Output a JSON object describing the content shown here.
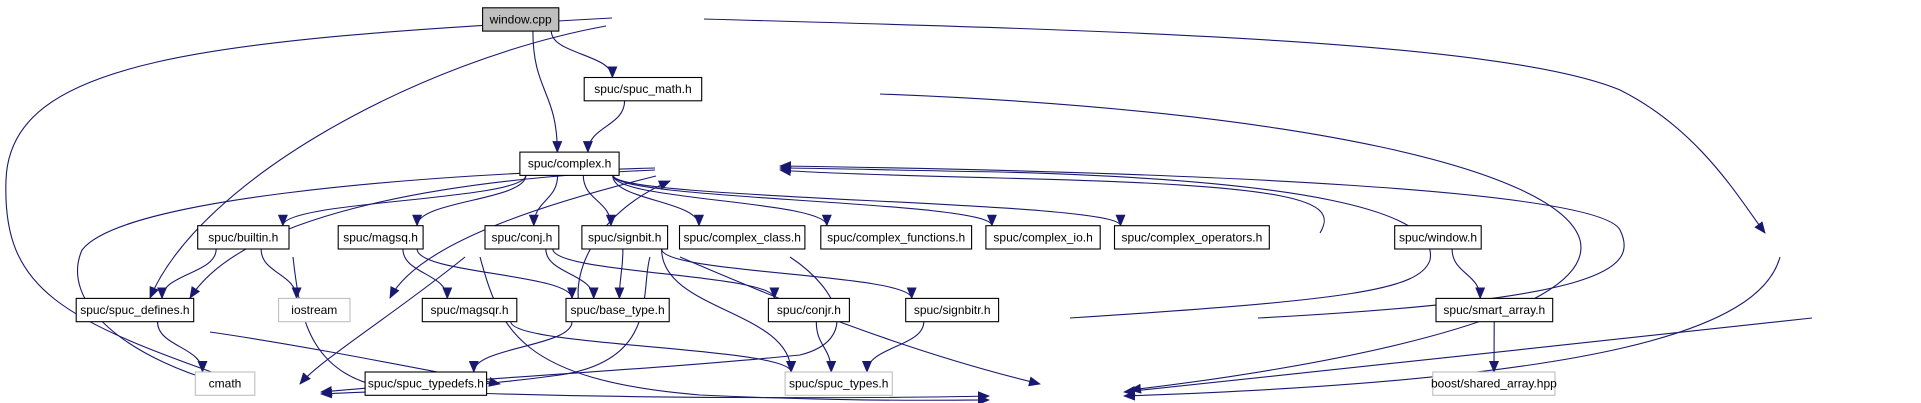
{
  "graph": {
    "title": "",
    "nodes": {
      "window_cpp": {
        "label": "window.cpp",
        "kind": "root"
      },
      "spuc_math": {
        "label": "spuc/spuc_math.h",
        "kind": "proj"
      },
      "complex": {
        "label": "spuc/complex.h",
        "kind": "proj"
      },
      "window_h": {
        "label": "spuc/window.h",
        "kind": "proj"
      },
      "builtin": {
        "label": "spuc/builtin.h",
        "kind": "proj"
      },
      "magsq": {
        "label": "spuc/magsq.h",
        "kind": "proj"
      },
      "conj": {
        "label": "spuc/conj.h",
        "kind": "proj"
      },
      "signbit": {
        "label": "spuc/signbit.h",
        "kind": "proj"
      },
      "complex_class": {
        "label": "spuc/complex_class.h",
        "kind": "proj"
      },
      "complex_functions": {
        "label": "spuc/complex_functions.h",
        "kind": "proj"
      },
      "complex_io": {
        "label": "spuc/complex_io.h",
        "kind": "proj"
      },
      "complex_operators": {
        "label": "spuc/complex_operators.h",
        "kind": "proj"
      },
      "spuc_defines": {
        "label": "spuc/spuc_defines.h",
        "kind": "proj"
      },
      "iostream": {
        "label": "iostream",
        "kind": "ext"
      },
      "magsqr": {
        "label": "spuc/magsqr.h",
        "kind": "proj"
      },
      "base_type": {
        "label": "spuc/base_type.h",
        "kind": "proj"
      },
      "conjr": {
        "label": "spuc/conjr.h",
        "kind": "proj"
      },
      "signbitr": {
        "label": "spuc/signbitr.h",
        "kind": "proj"
      },
      "smart_array": {
        "label": "spuc/smart_array.h",
        "kind": "proj"
      },
      "cmath": {
        "label": "cmath",
        "kind": "ext"
      },
      "spuc_typedefs": {
        "label": "spuc/spuc_typedefs.h",
        "kind": "proj"
      },
      "spuc_types": {
        "label": "spuc/spuc_types.h",
        "kind": "ext"
      },
      "shared_array": {
        "label": "boost/shared_array.hpp",
        "kind": "ext"
      }
    },
    "edges": [
      {
        "from": "window_cpp",
        "to": "spuc_math"
      },
      {
        "from": "window_cpp",
        "to": "complex"
      },
      {
        "from": "window_cpp",
        "to": "window_h"
      },
      {
        "from": "window_cpp",
        "to": "spuc_defines"
      },
      {
        "from": "window_cpp",
        "to": "cmath"
      },
      {
        "from": "spuc_math",
        "to": "complex"
      },
      {
        "from": "spuc_math",
        "to": "spuc_types"
      },
      {
        "from": "complex",
        "to": "builtin"
      },
      {
        "from": "complex",
        "to": "magsq"
      },
      {
        "from": "complex",
        "to": "conj"
      },
      {
        "from": "complex",
        "to": "signbit"
      },
      {
        "from": "complex",
        "to": "complex_class"
      },
      {
        "from": "complex",
        "to": "complex_functions"
      },
      {
        "from": "complex",
        "to": "complex_io"
      },
      {
        "from": "complex",
        "to": "complex_operators"
      },
      {
        "from": "complex",
        "to": "spuc_defines"
      },
      {
        "from": "complex",
        "to": "iostream"
      },
      {
        "from": "complex",
        "to": "cmath"
      },
      {
        "from": "builtin",
        "to": "spuc_defines"
      },
      {
        "from": "builtin",
        "to": "iostream"
      },
      {
        "from": "builtin",
        "to": "spuc_types"
      },
      {
        "from": "magsq",
        "to": "magsqr"
      },
      {
        "from": "magsq",
        "to": "base_type"
      },
      {
        "from": "magsq",
        "to": "cmath"
      },
      {
        "from": "magsq",
        "to": "spuc_types"
      },
      {
        "from": "magsqr",
        "to": "complex"
      },
      {
        "from": "magsqr",
        "to": "spuc_types"
      },
      {
        "from": "conj",
        "to": "base_type"
      },
      {
        "from": "conj",
        "to": "conjr"
      },
      {
        "from": "conj",
        "to": "spuc_types"
      },
      {
        "from": "conj",
        "to": "cmath"
      },
      {
        "from": "signbit",
        "to": "base_type"
      },
      {
        "from": "signbit",
        "to": "signbitr"
      },
      {
        "from": "signbit",
        "to": "spuc_types"
      },
      {
        "from": "signbit",
        "to": "cmath"
      },
      {
        "from": "complex_io",
        "to": "complex"
      },
      {
        "from": "conjr",
        "to": "complex"
      },
      {
        "from": "conjr",
        "to": "spuc_types"
      },
      {
        "from": "signbitr",
        "to": "complex"
      },
      {
        "from": "signbitr",
        "to": "spuc_types"
      },
      {
        "from": "base_type",
        "to": "spuc_typedefs"
      },
      {
        "from": "spuc_defines",
        "to": "cmath"
      },
      {
        "from": "spuc_defines",
        "to": "spuc_typedefs"
      },
      {
        "from": "window_h",
        "to": "smart_array"
      },
      {
        "from": "window_h",
        "to": "spuc_types"
      },
      {
        "from": "smart_array",
        "to": "spuc_types"
      },
      {
        "from": "smart_array",
        "to": "shared_array"
      }
    ]
  }
}
